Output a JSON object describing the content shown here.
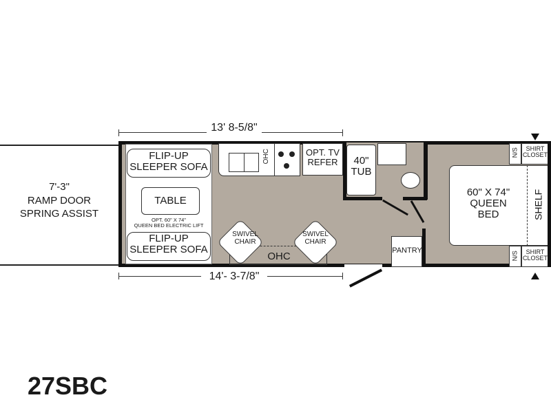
{
  "model": "27SBC",
  "dimensions": {
    "top": "13' 8-5/8\"",
    "bottom": "14'- 3-7/8\""
  },
  "ramp": {
    "size": "7'-3\"",
    "line1": "RAMP DOOR",
    "line2": "SPRING ASSIST"
  },
  "dinette": {
    "sofa_top": "FLIP-UP\nSLEEPER SOFA",
    "table": "TABLE",
    "option": "OPT. 60\" X 74\"\nQUEEN BED ELECTRIC LIFT",
    "sofa_bottom": "FLIP-UP\nSLEEPER SOFA"
  },
  "kitchen": {
    "ohc": "OHC",
    "refer": "OPT. TV\nREFER"
  },
  "living": {
    "chair1": "SWIVEL\nCHAIR",
    "chair2": "SWIVEL\nCHAIR",
    "ohc": "OHC"
  },
  "bath": {
    "tub": "40\"\nTUB"
  },
  "pantry": "PANTRY",
  "bedroom": {
    "bed": "60\" X 74\"\nQUEEN\nBED",
    "shelf": "SHELF",
    "ns_top": "N/S",
    "closet_top": "SHIRT\nCLOSET",
    "ns_bottom": "N/S",
    "closet_bottom": "SHIRT\nCLOSET"
  },
  "colors": {
    "floor": "#b3aa9f",
    "wall": "#111111"
  }
}
